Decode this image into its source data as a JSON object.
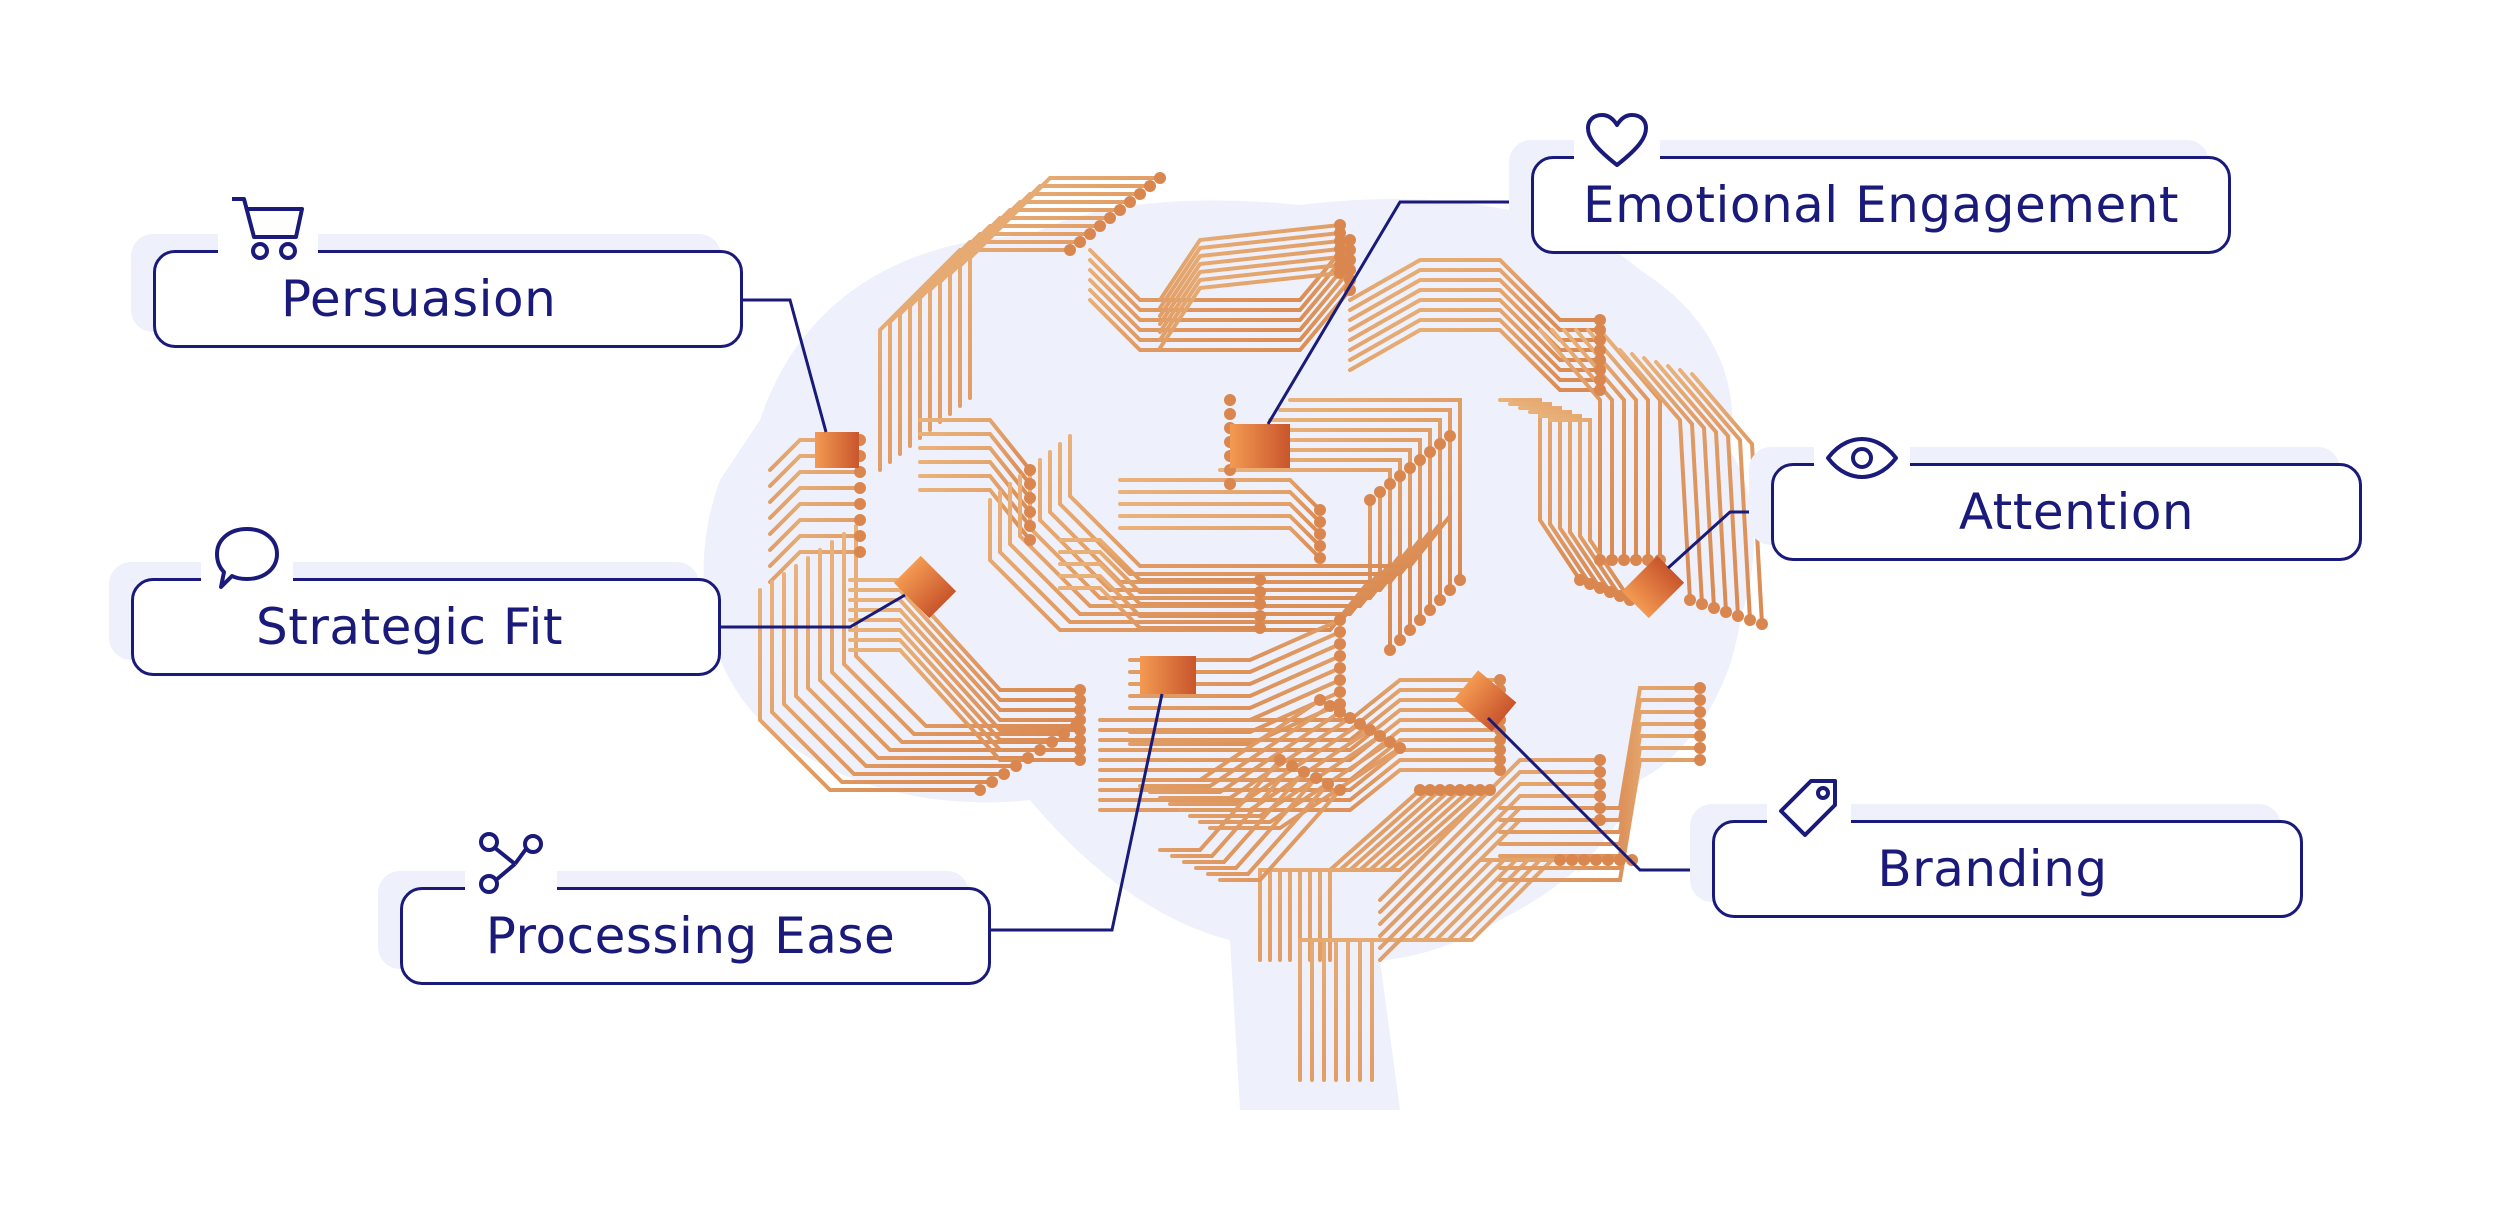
{
  "colors": {
    "navy": "#1a1a7a",
    "trace": "#e0a060",
    "trace_dark": "#c87640",
    "chip_light": "#f0944a",
    "chip_dark": "#cc5a2e",
    "halo": "#eef1fc"
  },
  "labels": [
    {
      "id": "persuasion",
      "text": "Persuasion",
      "icon": "shopping-cart-icon"
    },
    {
      "id": "emotional-engagement",
      "text": "Emotional Engagement",
      "icon": "heart-icon"
    },
    {
      "id": "strategic-fit",
      "text": "Strategic Fit",
      "icon": "speech-bubble-icon"
    },
    {
      "id": "attention",
      "text": "Attention",
      "icon": "eye-icon"
    },
    {
      "id": "processing-ease",
      "text": "Processing Ease",
      "icon": "share-nodes-icon"
    },
    {
      "id": "branding",
      "text": "Branding",
      "icon": "price-tag-icon"
    }
  ]
}
